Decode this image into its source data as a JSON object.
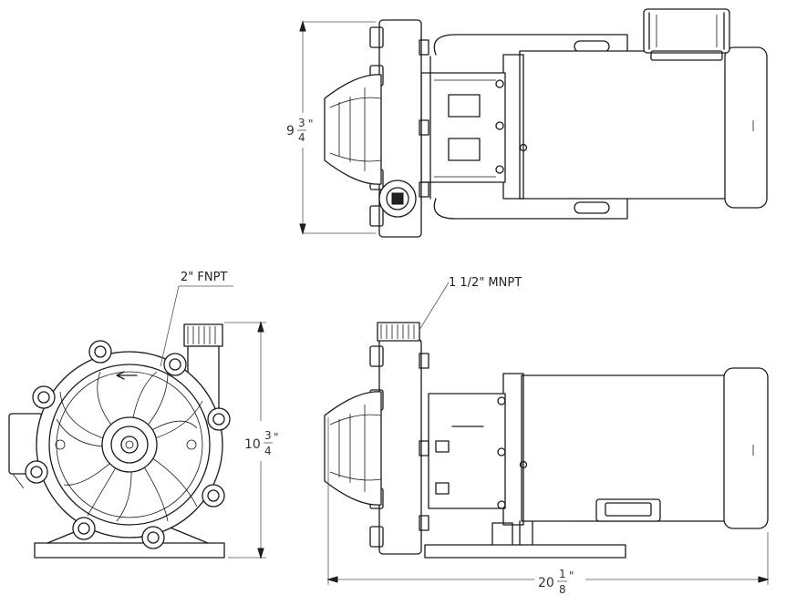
{
  "labels": {
    "inlet": "2\" FNPT",
    "outlet": "1 1/2\" MNPT"
  },
  "dimensions": {
    "height_top": {
      "whole": "9",
      "num": "3",
      "den": "4",
      "unit": "\""
    },
    "height_front": {
      "whole": "10",
      "num": "3",
      "den": "4",
      "unit": "\""
    },
    "length_side": {
      "whole": "20",
      "num": "1",
      "den": "8",
      "unit": "\""
    }
  },
  "colors": {
    "ink": "#1a1a1a",
    "dimension": "#555555",
    "background": "#ffffff"
  }
}
